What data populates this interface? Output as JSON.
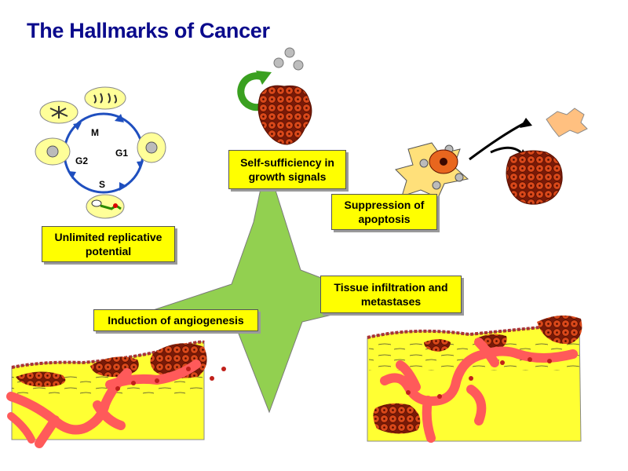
{
  "title": "The Hallmarks of Cancer",
  "hallmarks": {
    "self_sufficiency": "Self-sufficiency in growth signals",
    "apoptosis": "Suppression of apoptosis",
    "replicative": "Unlimited replicative potential",
    "metastases": "Tissue infiltration and metastases",
    "angiogenesis": "Induction of angiogenesis"
  },
  "cell_cycle": {
    "phases": [
      "M",
      "G1",
      "S",
      "G2"
    ]
  },
  "colors": {
    "title": "#0a0a8c",
    "label_box": "#ffff00",
    "star": "#92d050",
    "tumor_cell": "#e05a1e",
    "vessel": "#ff5a5a",
    "tissue": "#ffff33",
    "cycle_arrow": "#1f4fbf"
  }
}
